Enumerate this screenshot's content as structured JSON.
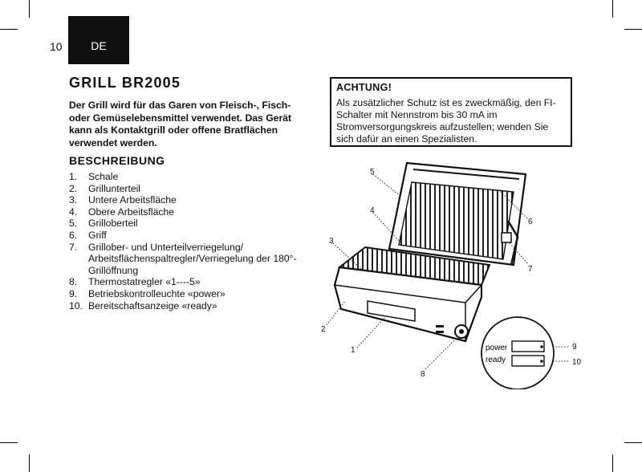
{
  "page": {
    "number": "10",
    "language": "DE"
  },
  "title": "GRILL BR2005",
  "intro": "Der Grill wird für das Garen von Fleisch-, Fisch- oder Gemüselebensmittel verwendet. Das Gerät kann als Kontaktgrill oder offene Bratflächen verwendet werden.",
  "description": {
    "heading": "BESCHREIBUNG",
    "items": [
      {
        "num": "1.",
        "label": "Schale"
      },
      {
        "num": "2.",
        "label": "Grillunterteil"
      },
      {
        "num": "3.",
        "label": "Untere Arbeitsfläche"
      },
      {
        "num": "4.",
        "label": "Obere Arbeitsfläche"
      },
      {
        "num": "5.",
        "label": "Grilloberteil"
      },
      {
        "num": "6.",
        "label": "Griff"
      },
      {
        "num": "7.",
        "label": "Grillober- und Unterteilverriegelung/ Arbeitsflächenspaltregler/Verriegelung der 180°-Grillöffnung"
      },
      {
        "num": "8.",
        "label": "Thermostatregler «1----5»"
      },
      {
        "num": "9.",
        "label": "Betriebskontrolleuchte «power»"
      },
      {
        "num": "10.",
        "label": "Bereitschaftsanzeige «ready»"
      }
    ]
  },
  "warning": {
    "title": "ACHTUNG!",
    "text": "Als zusätzlicher Schutz ist es zweckmäßig, den FI-Schalter mit Nennstrom bis 30 mA im Stromversorgungskreis aufzustellen; wenden Sie sich dafür an einen Spezialisten."
  },
  "illustration": {
    "callouts": [
      "1",
      "2",
      "3",
      "4",
      "5",
      "6",
      "7",
      "8",
      "9",
      "10"
    ],
    "indicator_labels": {
      "power": "power",
      "ready": "ready"
    }
  }
}
